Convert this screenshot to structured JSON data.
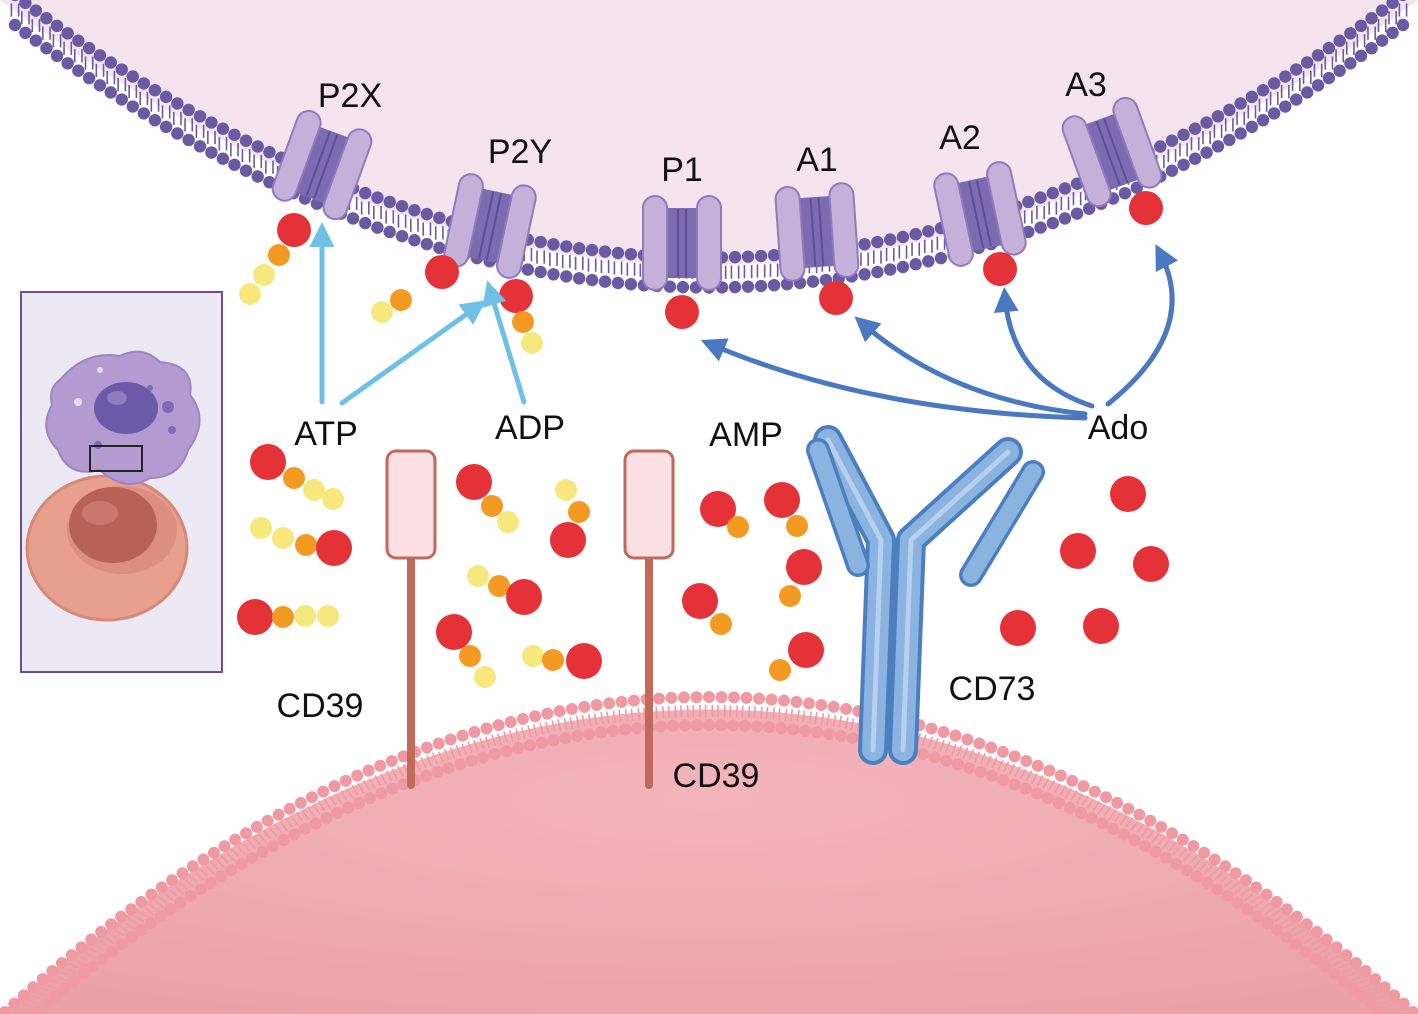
{
  "labels": {
    "p2x": "P2X",
    "p2y": "P2Y",
    "p1": "P1",
    "a1": "A1",
    "a2": "A2",
    "a3": "A3",
    "atp": "ATP",
    "adp": "ADP",
    "amp": "AMP",
    "ado": "Ado",
    "cd39_left": "CD39",
    "cd39_center": "CD39",
    "cd73": "CD73"
  },
  "colors": {
    "upper_cell": "#f5e3ee",
    "lipid_upper": "#6a5aa3",
    "receptor_light": "#c4b0d9",
    "receptor_dark": "#7c6bb0",
    "lower_cell": "#efa8b0",
    "lipid_lower": "#ef9aa3",
    "ado_red": "#e53238",
    "phosphate_orange": "#f39a23",
    "phosphate_yellow": "#f6e87d",
    "atp_arrow": "#6fc0e6",
    "ado_arrow": "#4a79c2",
    "cd39_head": "#fbe0e4",
    "cd39_stem": "#c16a5c",
    "cd73": "#8ab3df",
    "inset_bg": "#ece8f4",
    "inset_border": "#6c4c9a"
  },
  "icons": {
    "receptors": "membrane-receptor-icon",
    "cd39": "cd39-enzyme-icon",
    "cd73": "cd73-antibody-icon",
    "inset": "immune-cell-contact-icon"
  }
}
